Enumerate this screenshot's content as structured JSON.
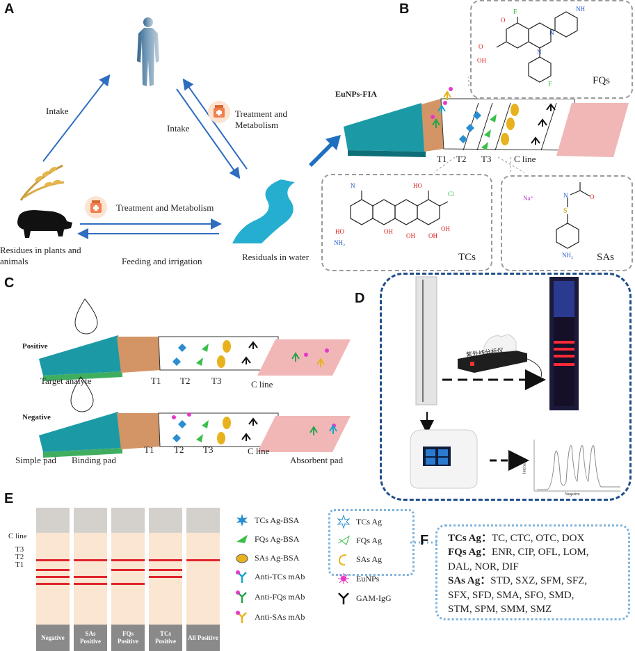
{
  "panels": {
    "a": "A",
    "b": "B",
    "c": "C",
    "d": "D",
    "e": "E",
    "f": "F"
  },
  "panel_a": {
    "intake_left": "Intake",
    "intake_right": "Intake",
    "treatment_top": "Treatment and Metabolism",
    "treatment_mid": "Treatment and Metabolism",
    "feeding": "Feeding and irrigation",
    "residues_plants": "Residues in plants and animals",
    "residuals_water": "Residuals in water"
  },
  "panel_b": {
    "strip_title": "EuNPs-FIA",
    "lines": [
      "T1",
      "T2",
      "T3",
      "C line"
    ],
    "fqs": "FQs",
    "tcs": "TCs",
    "sas": "SAs",
    "atoms": {
      "f": "F",
      "nh": "NH",
      "n": "N",
      "o": "O",
      "oh": "OH",
      "nh2": "NH₂",
      "cl": "Cl",
      "na": "Na⁺",
      "s": "S"
    }
  },
  "panel_c": {
    "positive": "Positive",
    "negative": "Negative",
    "target_analyte": "Target analyte",
    "lines_pos": [
      "T1",
      "T2",
      "T3",
      "C line"
    ],
    "lines_neg": [
      "T1",
      "T2",
      "T3",
      "C line"
    ],
    "simple_pad": "Simple pad",
    "binding_pad": "Binding pad",
    "absorbent_pad": "Absorbent pad"
  },
  "panel_d": {
    "device_label": "紫外线分析仪",
    "y_axis": "Intensity",
    "x_axis": "Negative"
  },
  "panel_e": {
    "line_labels": [
      "C line",
      "T3",
      "T2",
      "T1"
    ],
    "strips": [
      "Negative",
      "SAs Positive",
      "FQs Positive",
      "TCs Positive",
      "All Positive"
    ],
    "legend": [
      "TCs Ag-BSA",
      "FQs Ag-BSA",
      "SAs Ag-BSA",
      "Anti-TCs mAb",
      "Anti-FQs mAb",
      "Anti-SAs mAb"
    ],
    "legend_box": [
      "TCs Ag",
      "FQs Ag",
      "SAs Ag"
    ],
    "legend_right": [
      "EuNPs",
      "GAM-IgG"
    ]
  },
  "panel_f": {
    "tcs_head": "TCs Ag：",
    "tcs_list": "TC, CTC, OTC, DOX",
    "fqs_head": "FQs Ag：",
    "fqs_list1": "ENR, CIP, OFL, LOM,",
    "fqs_list2": "DAL, NOR, DIF",
    "sas_head": "SAs Ag：",
    "sas_list1": "STD, SXZ, SFM, SFZ,",
    "sas_list2": "SFX, SFD, SMA, SFO, SMD,",
    "sas_list3": "STM, SPM, SMM, SMZ"
  },
  "colors": {
    "arrow_blue": "#2f6dc0",
    "band_red": "#e0242b",
    "pad_teal": "#1b9aa6",
    "pad_orange": "#d49566",
    "pad_pink": "#f1b6b6",
    "frame_navy": "#1f4e8c"
  }
}
